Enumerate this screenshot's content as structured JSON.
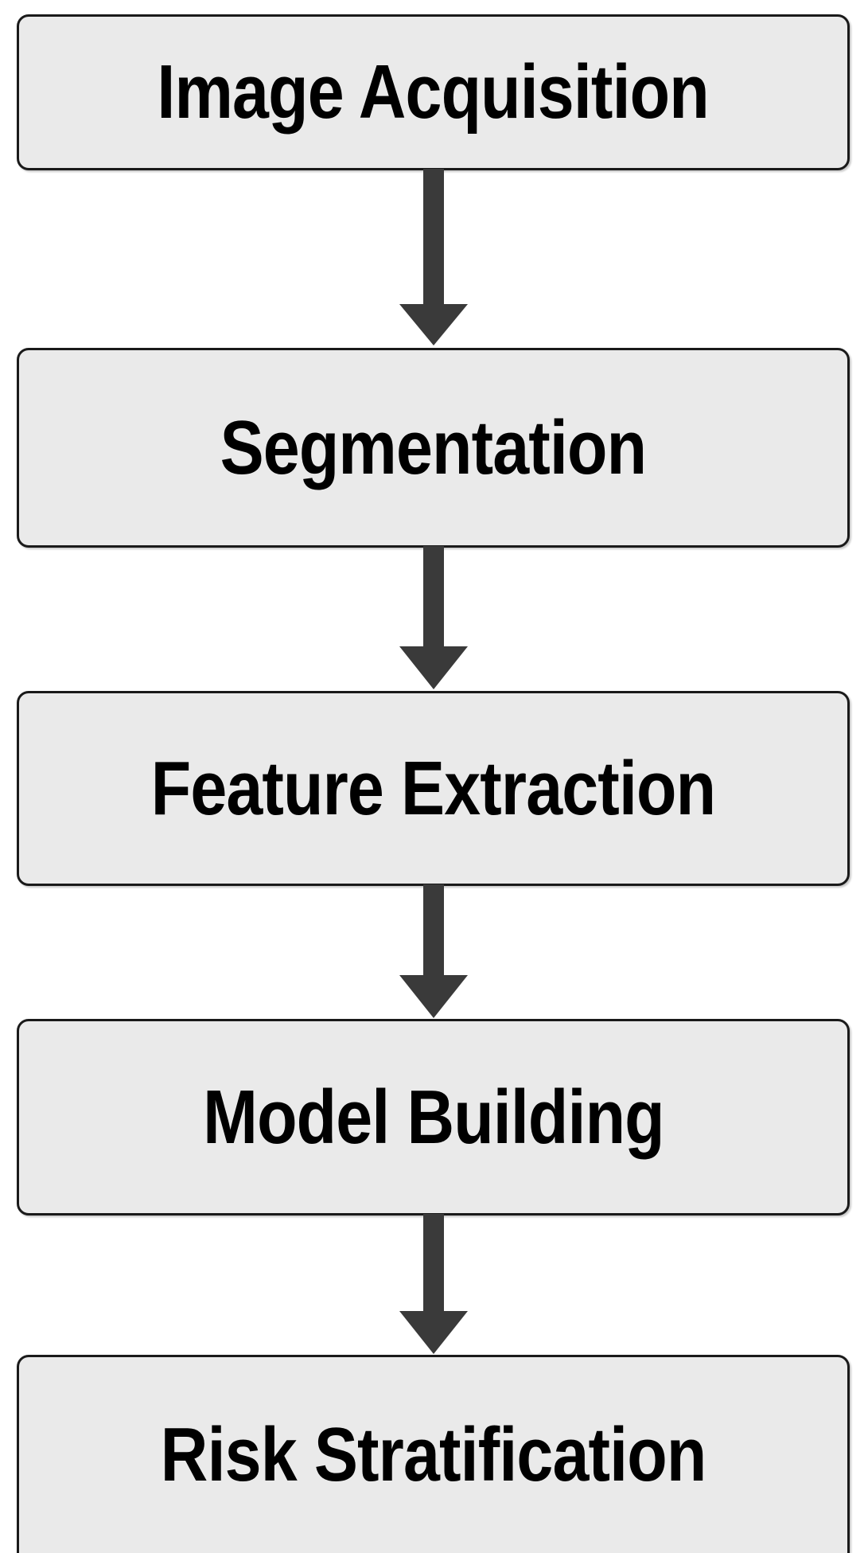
{
  "diagram": {
    "type": "flowchart",
    "orientation": "vertical-top-to-bottom",
    "title": "",
    "background_color": "#ffffff",
    "node_fill_color": "#eaeaea",
    "node_border_color": "#1a1a1a",
    "node_text_color": "#000000",
    "arrow_color": "#3a3a3a",
    "nodes": [
      {
        "id": "image-acquisition",
        "label": "Image Acquisition"
      },
      {
        "id": "segmentation",
        "label": "Segmentation"
      },
      {
        "id": "feature-extraction",
        "label": "Feature Extraction"
      },
      {
        "id": "model-building",
        "label": "Model Building"
      },
      {
        "id": "risk-stratification",
        "label": "Risk Stratification"
      }
    ],
    "edges": [
      {
        "id": "edge-0",
        "from": "image-acquisition",
        "to": "segmentation",
        "style": "solid-arrow-down",
        "label": ""
      },
      {
        "id": "edge-1",
        "from": "segmentation",
        "to": "feature-extraction",
        "style": "solid-arrow-down",
        "label": ""
      },
      {
        "id": "edge-2",
        "from": "feature-extraction",
        "to": "model-building",
        "style": "solid-arrow-down",
        "label": ""
      },
      {
        "id": "edge-3",
        "from": "model-building",
        "to": "risk-stratification",
        "style": "solid-arrow-down",
        "label": ""
      }
    ]
  }
}
